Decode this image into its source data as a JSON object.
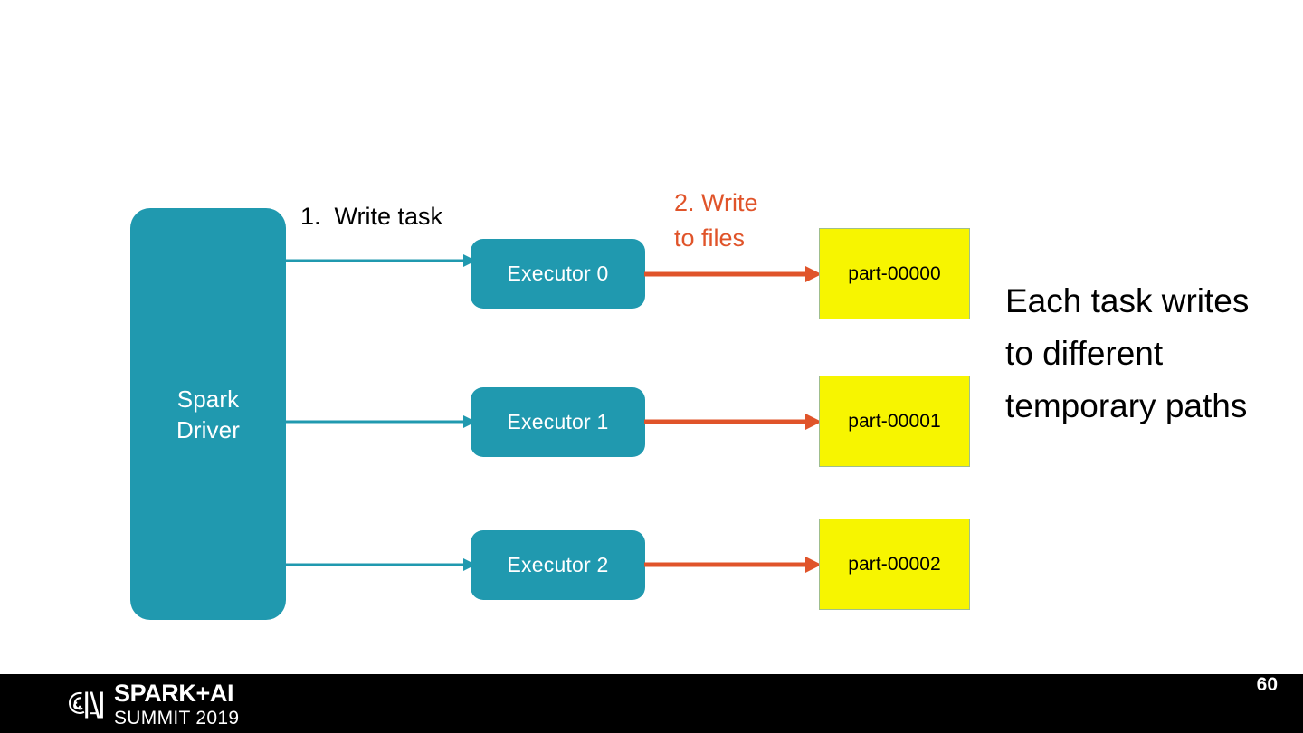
{
  "slide": {
    "page_number": "60",
    "background_color": "#FFFFFF",
    "colors": {
      "teal": "#2099AF",
      "orange": "#E0542A",
      "yellow": "#F7F500",
      "yellow_border": "#9FBE8E",
      "footer": "#000000",
      "text": "#000000",
      "box_text": "#FFFFFF"
    }
  },
  "driver": {
    "label": "Spark\nDriver"
  },
  "steps": {
    "step1": "1.  Write task",
    "step2": "2. Write\nto files"
  },
  "rows": [
    {
      "executor": "Executor 0",
      "part": "part-00000"
    },
    {
      "executor": "Executor 1",
      "part": "part-00001"
    },
    {
      "executor": "Executor 2",
      "part": "part-00002"
    }
  ],
  "caption": {
    "text": "Each task writes to different temporary paths"
  },
  "footer": {
    "logo_line1": "SPARK+AI",
    "logo_line2": "SUMMIT 2019",
    "logo_icon": "spark-summit-logo-icon"
  }
}
